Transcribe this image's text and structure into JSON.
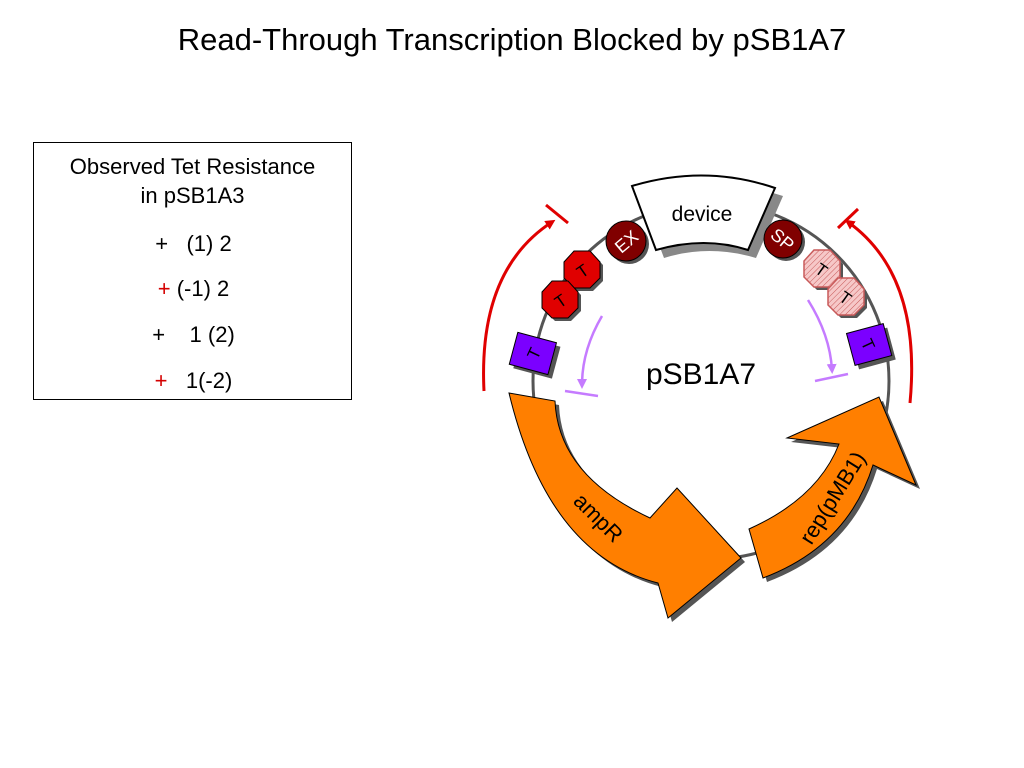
{
  "title": "Read-Through Transcription Blocked by pSB1A7",
  "tet_box": {
    "heading_line1": "Observed Tet Resistance",
    "heading_line2": "in pSB1A3",
    "rows": [
      {
        "sign": "+",
        "sign_color": "#000000",
        "text": "(1) 2"
      },
      {
        "sign": "+",
        "sign_color": "#d40000",
        "text": "(-1) 2"
      },
      {
        "sign": "+",
        "sign_color": "#000000",
        "text": "1 (2)"
      },
      {
        "sign": "+",
        "sign_color": "#d40000",
        "text": "1(-2)"
      }
    ]
  },
  "plasmid": {
    "name": "pSB1A7",
    "device_label": "device",
    "ex_label": "EX",
    "sp_label": "SP",
    "terminator_label": "T",
    "ampr_label": "ampR",
    "rep_label": "rep(pMB1)"
  },
  "colors": {
    "backbone": "#555555",
    "orange": "#ff7f00",
    "dark_red_site": "#800000",
    "red_terminator": "#e00000",
    "pink_terminator": "#f3b8b8",
    "purple_terminator": "#7b00ff",
    "red_arrow": "#e00000",
    "lilac_arrow": "#c57bff"
  }
}
